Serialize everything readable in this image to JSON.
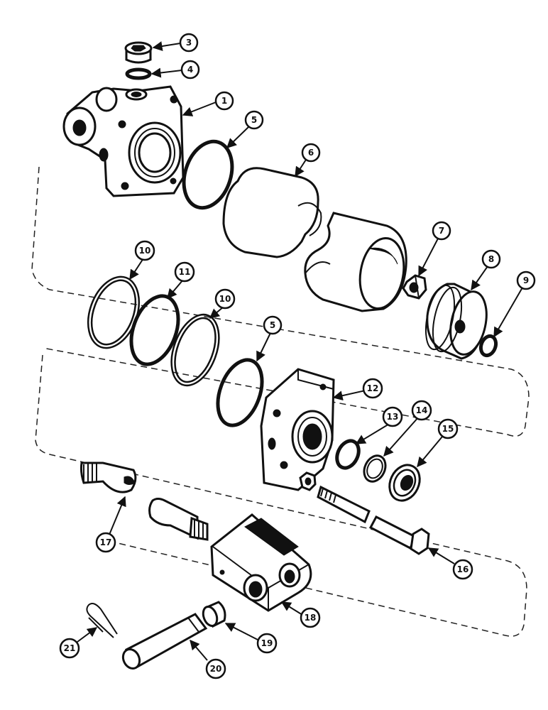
{
  "callouts": {
    "c1": "1",
    "c3": "3",
    "c4": "4",
    "c5a": "5",
    "c5b": "5",
    "c6": "6",
    "c7": "7",
    "c8": "8",
    "c9": "9",
    "c10a": "10",
    "c10b": "10",
    "c11": "11",
    "c12": "12",
    "c13": "13",
    "c14": "14",
    "c15": "15",
    "c16": "16",
    "c17": "17",
    "c18": "18",
    "c19": "19",
    "c20": "20",
    "c21": "21"
  }
}
